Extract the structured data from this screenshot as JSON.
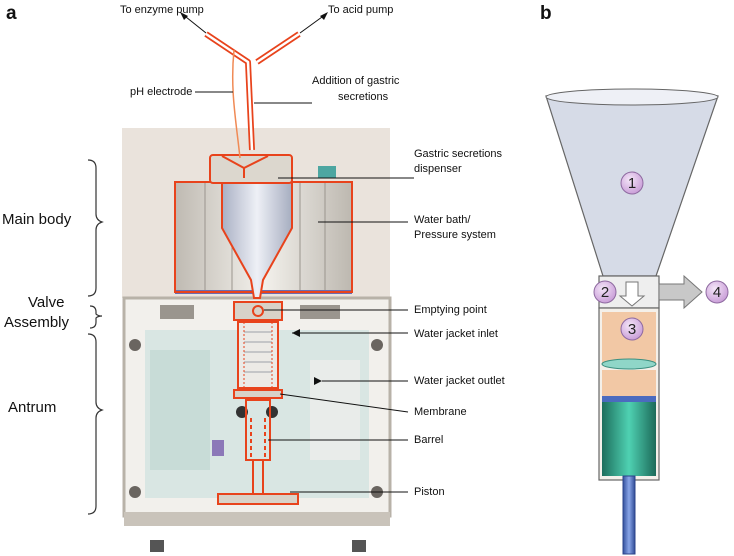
{
  "panels": {
    "a": "a",
    "b": "b"
  },
  "panel_a": {
    "top_labels": {
      "enzyme_pump": "To enzyme pump",
      "acid_pump": "To acid pump",
      "ph_electrode": "pH electrode",
      "addition_line1": "Addition of gastric",
      "addition_line2": "secretions"
    },
    "side_labels": {
      "main_body": "Main body",
      "valve_line1": "Valve",
      "valve_line2": "Assembly",
      "antrum": "Antrum"
    },
    "right_labels": {
      "dispenser_line1": "Gastric secretions",
      "dispenser_line2": "dispenser",
      "water_bath_line1": "Water bath/",
      "water_bath_line2": "Pressure system",
      "emptying_point": "Emptying point",
      "jacket_inlet": "Water jacket inlet",
      "jacket_outlet": "Water jacket outlet",
      "membrane": "Membrane",
      "barrel": "Barrel",
      "piston": "Piston"
    }
  },
  "panel_b": {
    "markers": [
      "1",
      "2",
      "3",
      "4"
    ]
  },
  "colors": {
    "outline": "#e8431c",
    "cabinet": "#ede4dc",
    "funnel": "#cdd3e2",
    "chamber": "#f2c8a5",
    "teal": "#3bb89c",
    "rod": "#4b6bbf",
    "marker_fill": "#d6b6e0",
    "arrow_gray": "#c8c8c8"
  }
}
